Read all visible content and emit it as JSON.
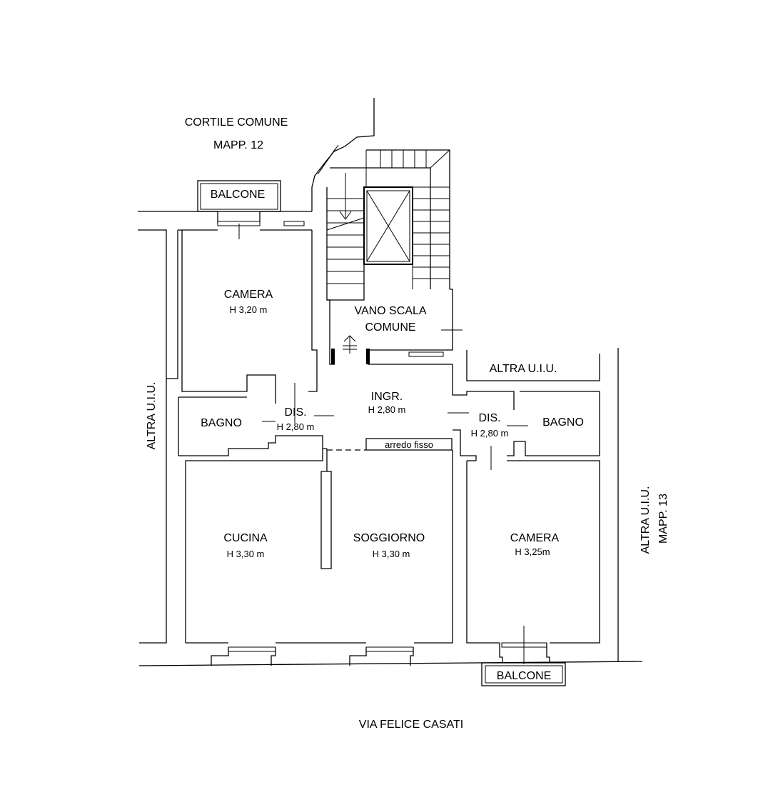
{
  "labels": {
    "cortile": "CORTILE COMUNE",
    "mapp12": "MAPP. 12",
    "balcone_top": "BALCONE",
    "camera_top": "CAMERA",
    "camera_top_h": "H 3,20 m",
    "vano_scala_1": "VANO SCALA",
    "vano_scala_2": "COMUNE",
    "altra_uiu_right_room": "ALTRA U.I.U.",
    "altra_uiu_left": "ALTRA U.I.U.",
    "altra_uiu_right": "ALTRA U.I.U.",
    "mapp13": "MAPP. 13",
    "bagno_left": "BAGNO",
    "dis_left": "DIS.",
    "dis_left_h": "H 2,80 m",
    "ingr": "INGR.",
    "ingr_h": "H 2,80 m",
    "dis_right": "DIS.",
    "dis_right_h": "H 2,80 m",
    "bagno_right": "BAGNO",
    "arredo": "arredo fisso",
    "cucina": "CUCINA",
    "cucina_h": "H 3,30 m",
    "soggiorno": "SOGGIORNO",
    "soggiorno_h": "H 3,30 m",
    "camera_right": "CAMERA",
    "camera_right_h": "H 3,25m",
    "balcone_bottom": "BALCONE",
    "via": "VIA FELICE CASATI"
  }
}
